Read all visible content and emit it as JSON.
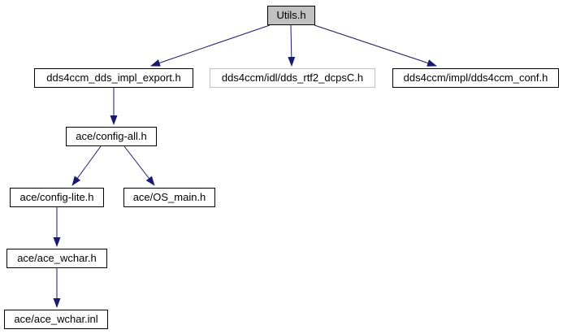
{
  "diagram": {
    "type": "include-dependency-graph",
    "root": "Utils.h"
  },
  "colors": {
    "edge": "#191970",
    "node_fill": "#ffffff",
    "root_node_fill": "#c0c0c0",
    "node_border": "#000000",
    "undocumented_node_border": "#c0c0c0",
    "text": "#000000",
    "background": "#ffffff"
  },
  "nodes": [
    {
      "label": "Utils.h"
    },
    {
      "label": "dds4ccm_dds_impl_export.h"
    },
    {
      "label": "dds4ccm/idl/dds_rtf2_dcpsC.h"
    },
    {
      "label": "dds4ccm/impl/dds4ccm_conf.h"
    },
    {
      "label": "ace/config-all.h"
    },
    {
      "label": "ace/config-lite.h"
    },
    {
      "label": "ace/OS_main.h"
    },
    {
      "label": "ace/ace_wchar.h"
    },
    {
      "label": "ace/ace_wchar.inl"
    }
  ],
  "edges": [
    {
      "from": "Utils.h",
      "to": "dds4ccm_dds_impl_export.h"
    },
    {
      "from": "Utils.h",
      "to": "dds4ccm/idl/dds_rtf2_dcpsC.h"
    },
    {
      "from": "Utils.h",
      "to": "dds4ccm/impl/dds4ccm_conf.h"
    },
    {
      "from": "dds4ccm_dds_impl_export.h",
      "to": "ace/config-all.h"
    },
    {
      "from": "ace/config-all.h",
      "to": "ace/config-lite.h"
    },
    {
      "from": "ace/config-all.h",
      "to": "ace/OS_main.h"
    },
    {
      "from": "ace/config-lite.h",
      "to": "ace/ace_wchar.h"
    },
    {
      "from": "ace/ace_wchar.h",
      "to": "ace/ace_wchar.inl"
    }
  ]
}
